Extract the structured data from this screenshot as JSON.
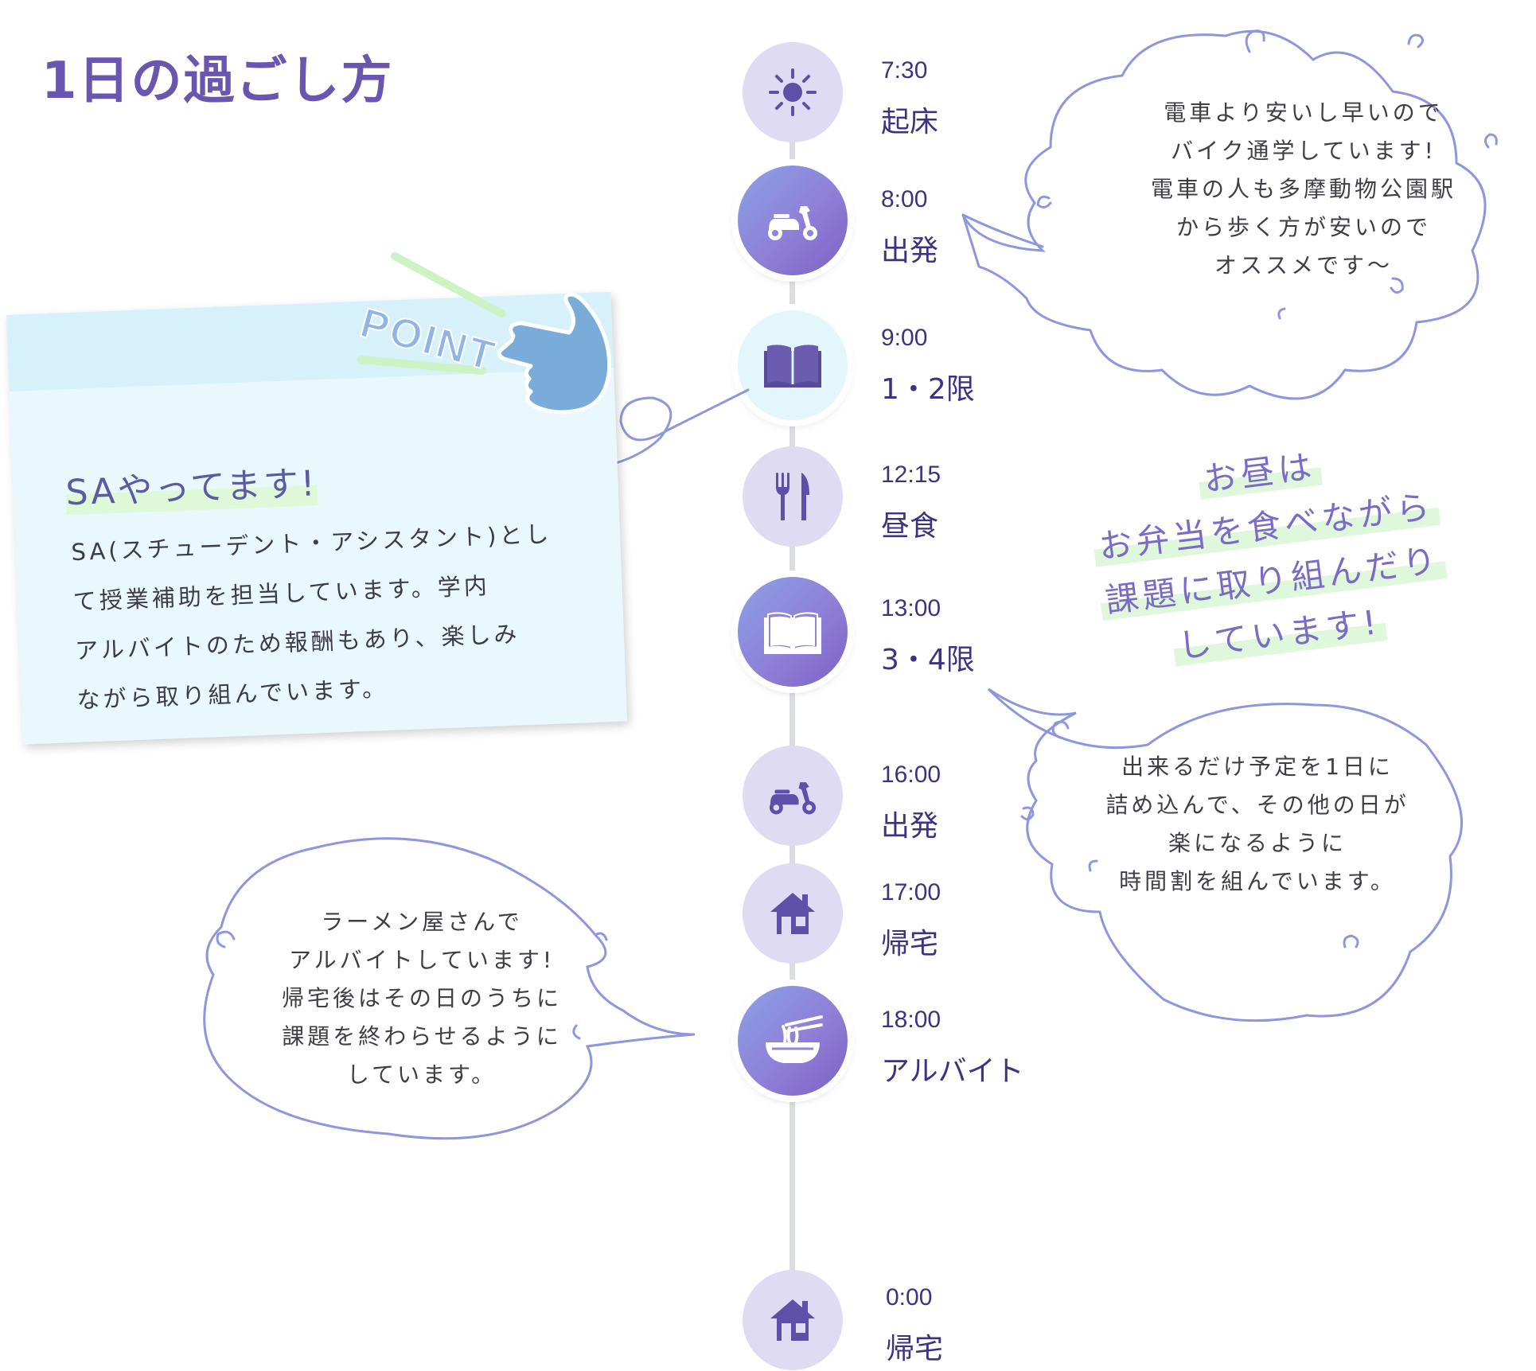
{
  "page": {
    "title": "1日の過ごし方"
  },
  "colors": {
    "accent": "#6a55b0",
    "bubble_stroke": "#8c97dc",
    "card_bg": "#e8f8fd",
    "highlight": "#dff7da"
  },
  "timeline": [
    {
      "time": "7:30",
      "label": "起床",
      "icon": "sun-icon"
    },
    {
      "time": "8:00",
      "label": "出発",
      "icon": "scooter-icon"
    },
    {
      "time": "9:00",
      "label": "1・2限",
      "icon": "book-icon"
    },
    {
      "time": "12:15",
      "label": "昼食",
      "icon": "fork-knife-icon"
    },
    {
      "time": "13:00",
      "label": "3・4限",
      "icon": "open-book-icon"
    },
    {
      "time": "16:00",
      "label": "出発",
      "icon": "scooter-icon"
    },
    {
      "time": "17:00",
      "label": "帰宅",
      "icon": "house-icon"
    },
    {
      "time": "18:00",
      "label": "アルバイト",
      "icon": "noodle-bowl-icon"
    },
    {
      "time": "0:00",
      "label": "帰宅",
      "icon": "house-icon"
    }
  ],
  "bubbles": {
    "commute": [
      "電車より安いし早いので",
      "バイク通学しています!",
      "電車の人も多摩動物公園駅",
      "から歩く方が安いので",
      "オススメです〜"
    ],
    "schedule": [
      "出来るだけ予定を1日に",
      "詰め込んで、その他の日が",
      "楽になるように",
      "時間割を組んでいます。"
    ],
    "part_time": [
      "ラーメン屋さんで",
      "アルバイトしています!",
      "帰宅後はその日のうちに",
      "課題を終わらせるように",
      "しています。"
    ]
  },
  "lunch_note": [
    "お昼は",
    "お弁当を食べながら",
    "課題に取り組んだり",
    "しています!"
  ],
  "point_card": {
    "badge": "POINT",
    "heading": "SAやってます!",
    "body": [
      "SA(スチューデント・アシスタント)とし",
      "て授業補助を担当しています。学内",
      "アルバイトのため報酬もあり、楽しみ",
      "ながら取り組んでいます。"
    ]
  }
}
